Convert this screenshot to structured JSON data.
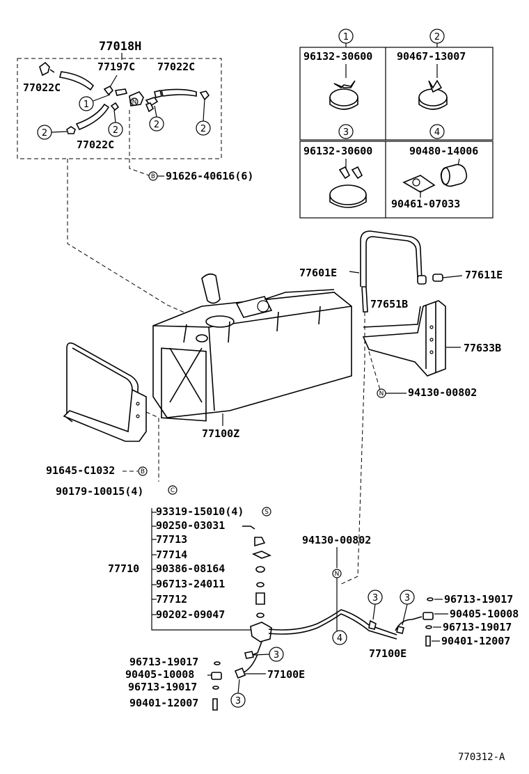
{
  "diagram": {
    "page_code": "770312-A",
    "kit_77018H": "77018H",
    "kit_labels": {
      "p77197C": "77197C",
      "p77022C_top": "77022C",
      "p77022C_left": "77022C",
      "p77022C_bottom": "77022C"
    },
    "n91626": "91626-40616(6)",
    "clamp_boxes": [
      {
        "num": "1",
        "part": "96132-30600"
      },
      {
        "num": "2",
        "part": "90467-13007"
      },
      {
        "num": "3",
        "part": "96132-30600"
      },
      {
        "num": "4",
        "part_a": "90480-14006",
        "part_b": "90461-07033"
      }
    ],
    "tank": {
      "p77100Z": "77100Z",
      "p77601E": "77601E",
      "p77611E": "77611E",
      "p77651B": "77651B",
      "p77633B": "77633B",
      "p94130_upper": "94130-00802"
    },
    "left_mount": {
      "p91645": "91645-C1032",
      "p90179": "90179-10015(4)"
    },
    "drain": {
      "group": "77710",
      "items": [
        "93319-15010(4)",
        "90250-03031",
        "77713",
        "77714",
        "90386-08164",
        "96713-24011",
        "77712",
        "90202-09047"
      ]
    },
    "lines": {
      "p94130_lower": "94130-00802",
      "p77100E_right": "77100E",
      "p77100E_left": "77100E",
      "right_fittings": [
        "96713-19017",
        "90405-10008",
        "96713-19017",
        "90401-12007"
      ],
      "left_fittings": [
        "96713-19017",
        "90405-10008",
        "96713-19017",
        "90401-12007"
      ]
    },
    "circle_letters": {
      "B": "B",
      "N": "N",
      "S": "S",
      "C": "C"
    }
  }
}
